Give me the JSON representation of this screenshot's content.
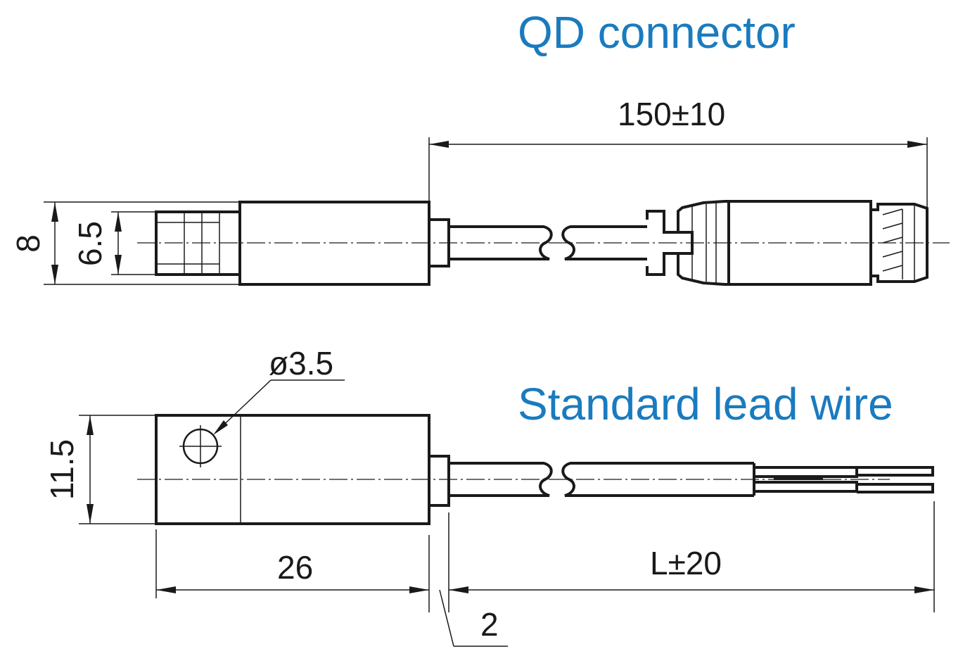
{
  "titles": {
    "qd_connector": "QD connector",
    "standard_lead_wire": "Standard lead wire"
  },
  "dimensions": {
    "qd_cable_length": "150±10",
    "height_8": "8",
    "height_6_5": "6.5",
    "hole_diameter": "ø3.5",
    "width_11_5": "11.5",
    "body_length": "26",
    "lead_length": "L±20",
    "step_2": "2"
  }
}
